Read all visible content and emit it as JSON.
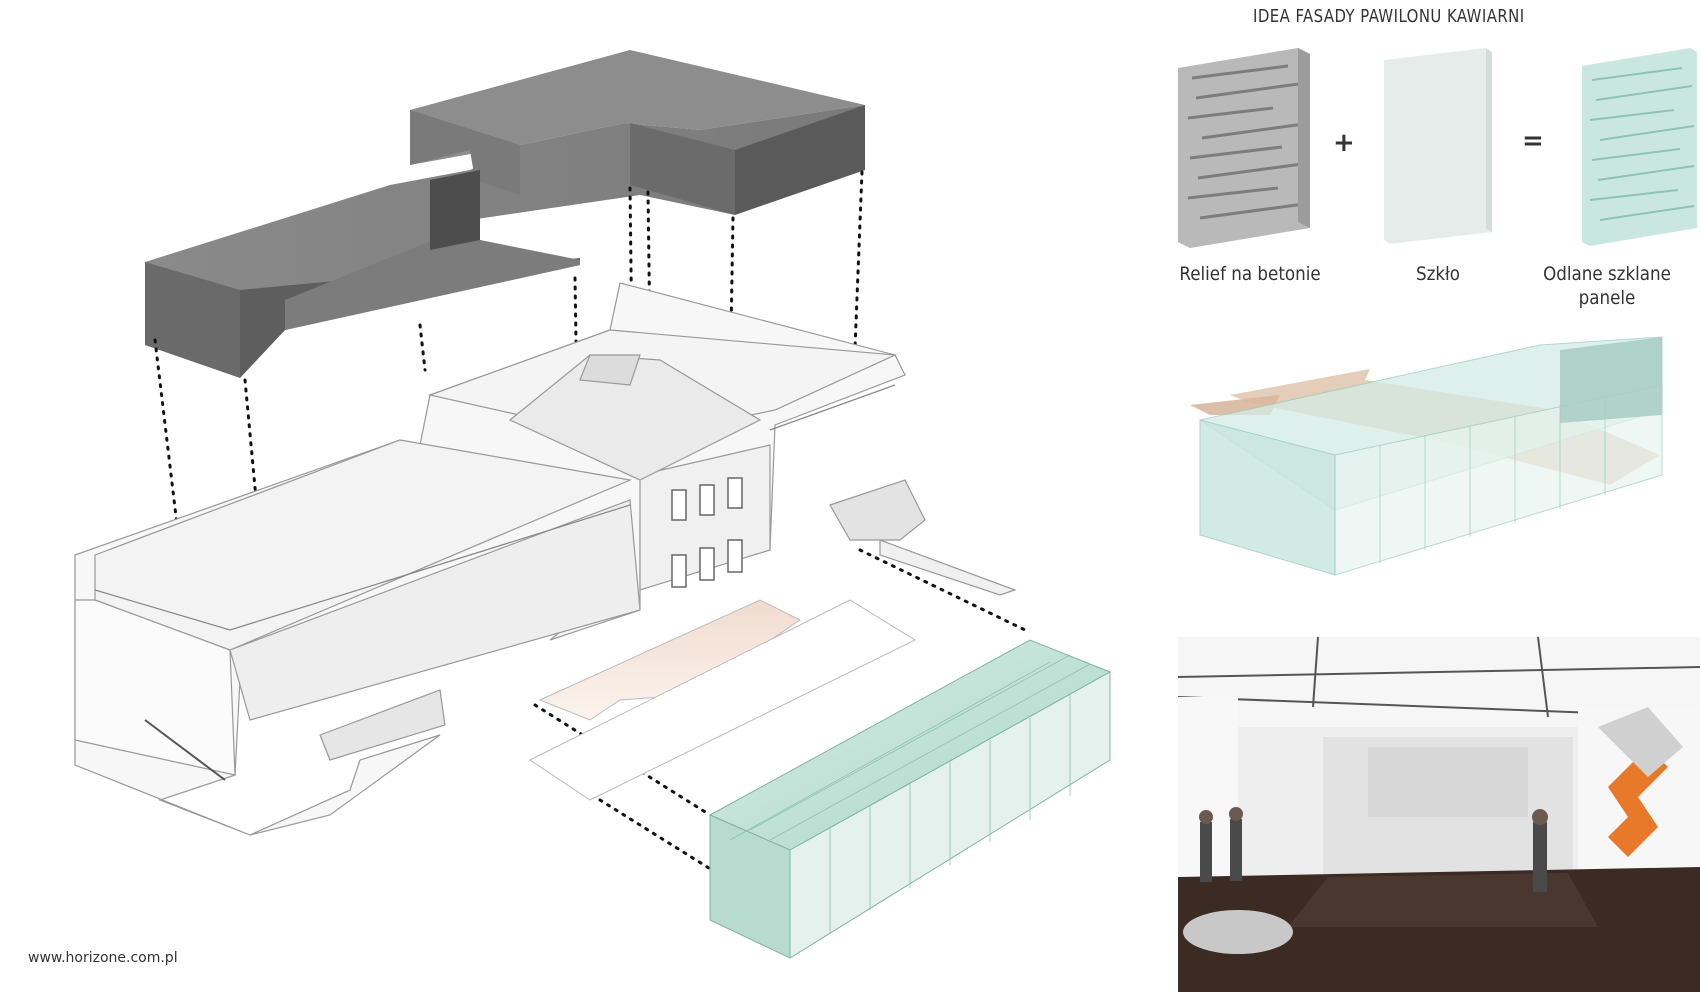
{
  "header": {
    "title": "IDEA FASADY PAWILONU KAWIARNI"
  },
  "material_equation": {
    "items": [
      {
        "label": "Relief na betonie",
        "material": "concrete-relief"
      },
      {
        "label": "Szkło",
        "material": "glass"
      },
      {
        "label": "Odlane szklane\npanele",
        "material": "cast-glass-panels"
      }
    ],
    "operators": [
      "+",
      "="
    ]
  },
  "footer": {
    "website": "www.horizone.com.pl"
  },
  "colors": {
    "volume_dark": "#6f6f6f",
    "building_light": "#f2f2f2",
    "glass_green": "#bfe0d6",
    "floor_wood": "#3a2a22",
    "accent_orange": "#e8782a",
    "arrow_tan": "#d9b89a"
  }
}
